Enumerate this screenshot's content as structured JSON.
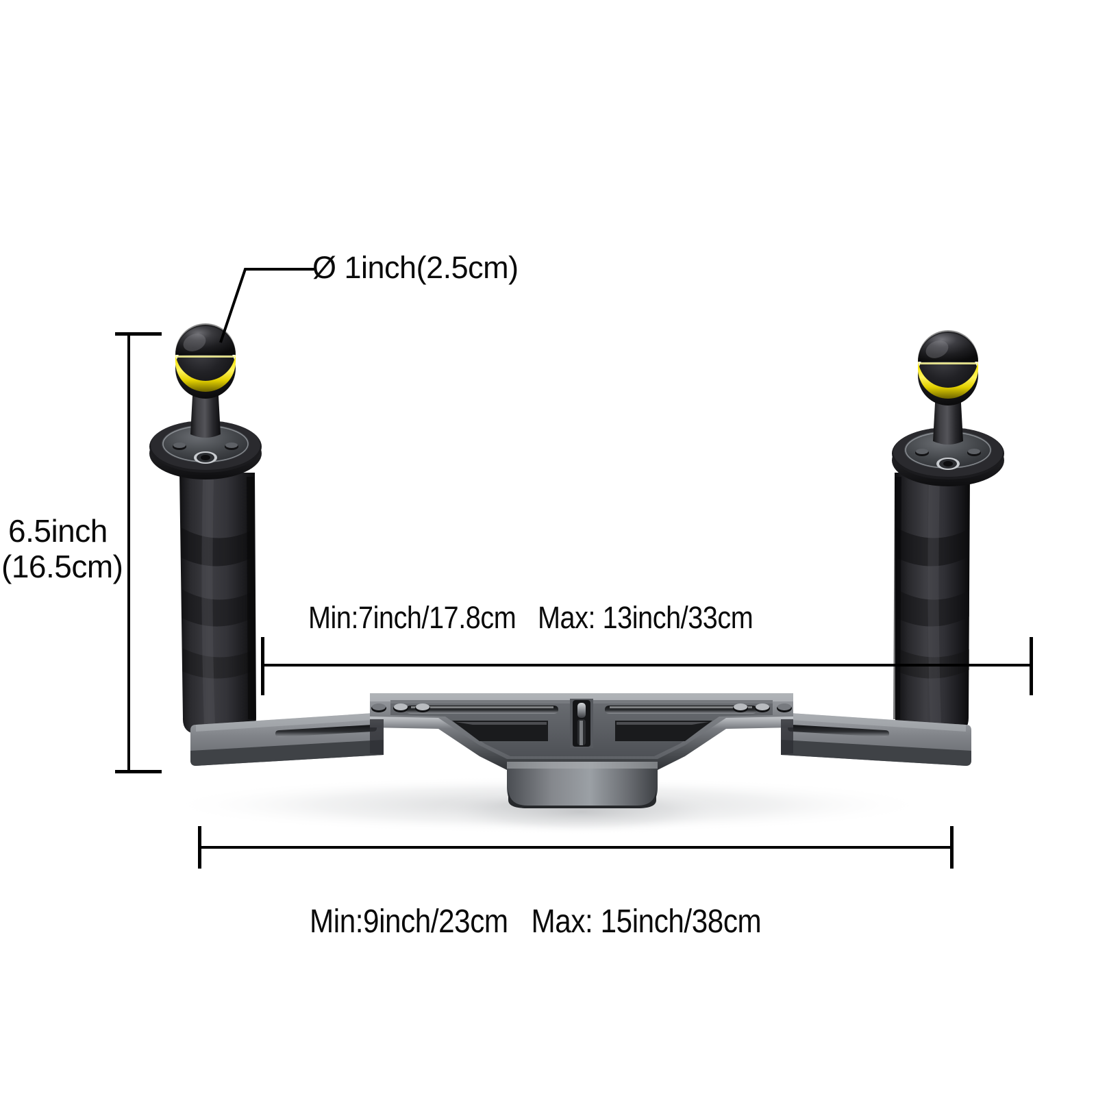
{
  "diagram": {
    "title": "Underwater Camera Tray Handle Rig Dimension Diagram",
    "background_color": "#ffffff",
    "line_color": "#000000",
    "text_color": "#0a0a0a"
  },
  "annotations": {
    "ball_diameter": {
      "label": "Ø 1inch(2.5cm)",
      "leader": "leader-line-ball"
    },
    "handle_height": {
      "line1": "6.5inch",
      "line2": "(16.5cm)"
    },
    "inner_width": {
      "label": "Min:7inch/17.8cm   Max: 13inch/33cm"
    },
    "outer_width": {
      "label": "Min:9inch/23cm   Max: 15inch/38cm"
    }
  },
  "product": {
    "name": "dual-handle-camera-tray",
    "parts": {
      "ball_head": "ball-head",
      "ball_band_color": "#f2e500",
      "ball_color": "#1c1c1e",
      "stem": "ball-stem",
      "mount_disc": "handle-mount-disc",
      "grip": "rubber-grip",
      "tray_plate": "center-tray-plate",
      "extension_arm": "extension-arm",
      "drop_block": "tray-drop-block",
      "metal_color": "#6e7175",
      "metal_dark": "#3a3d41",
      "rubber_color": "#232326"
    }
  }
}
